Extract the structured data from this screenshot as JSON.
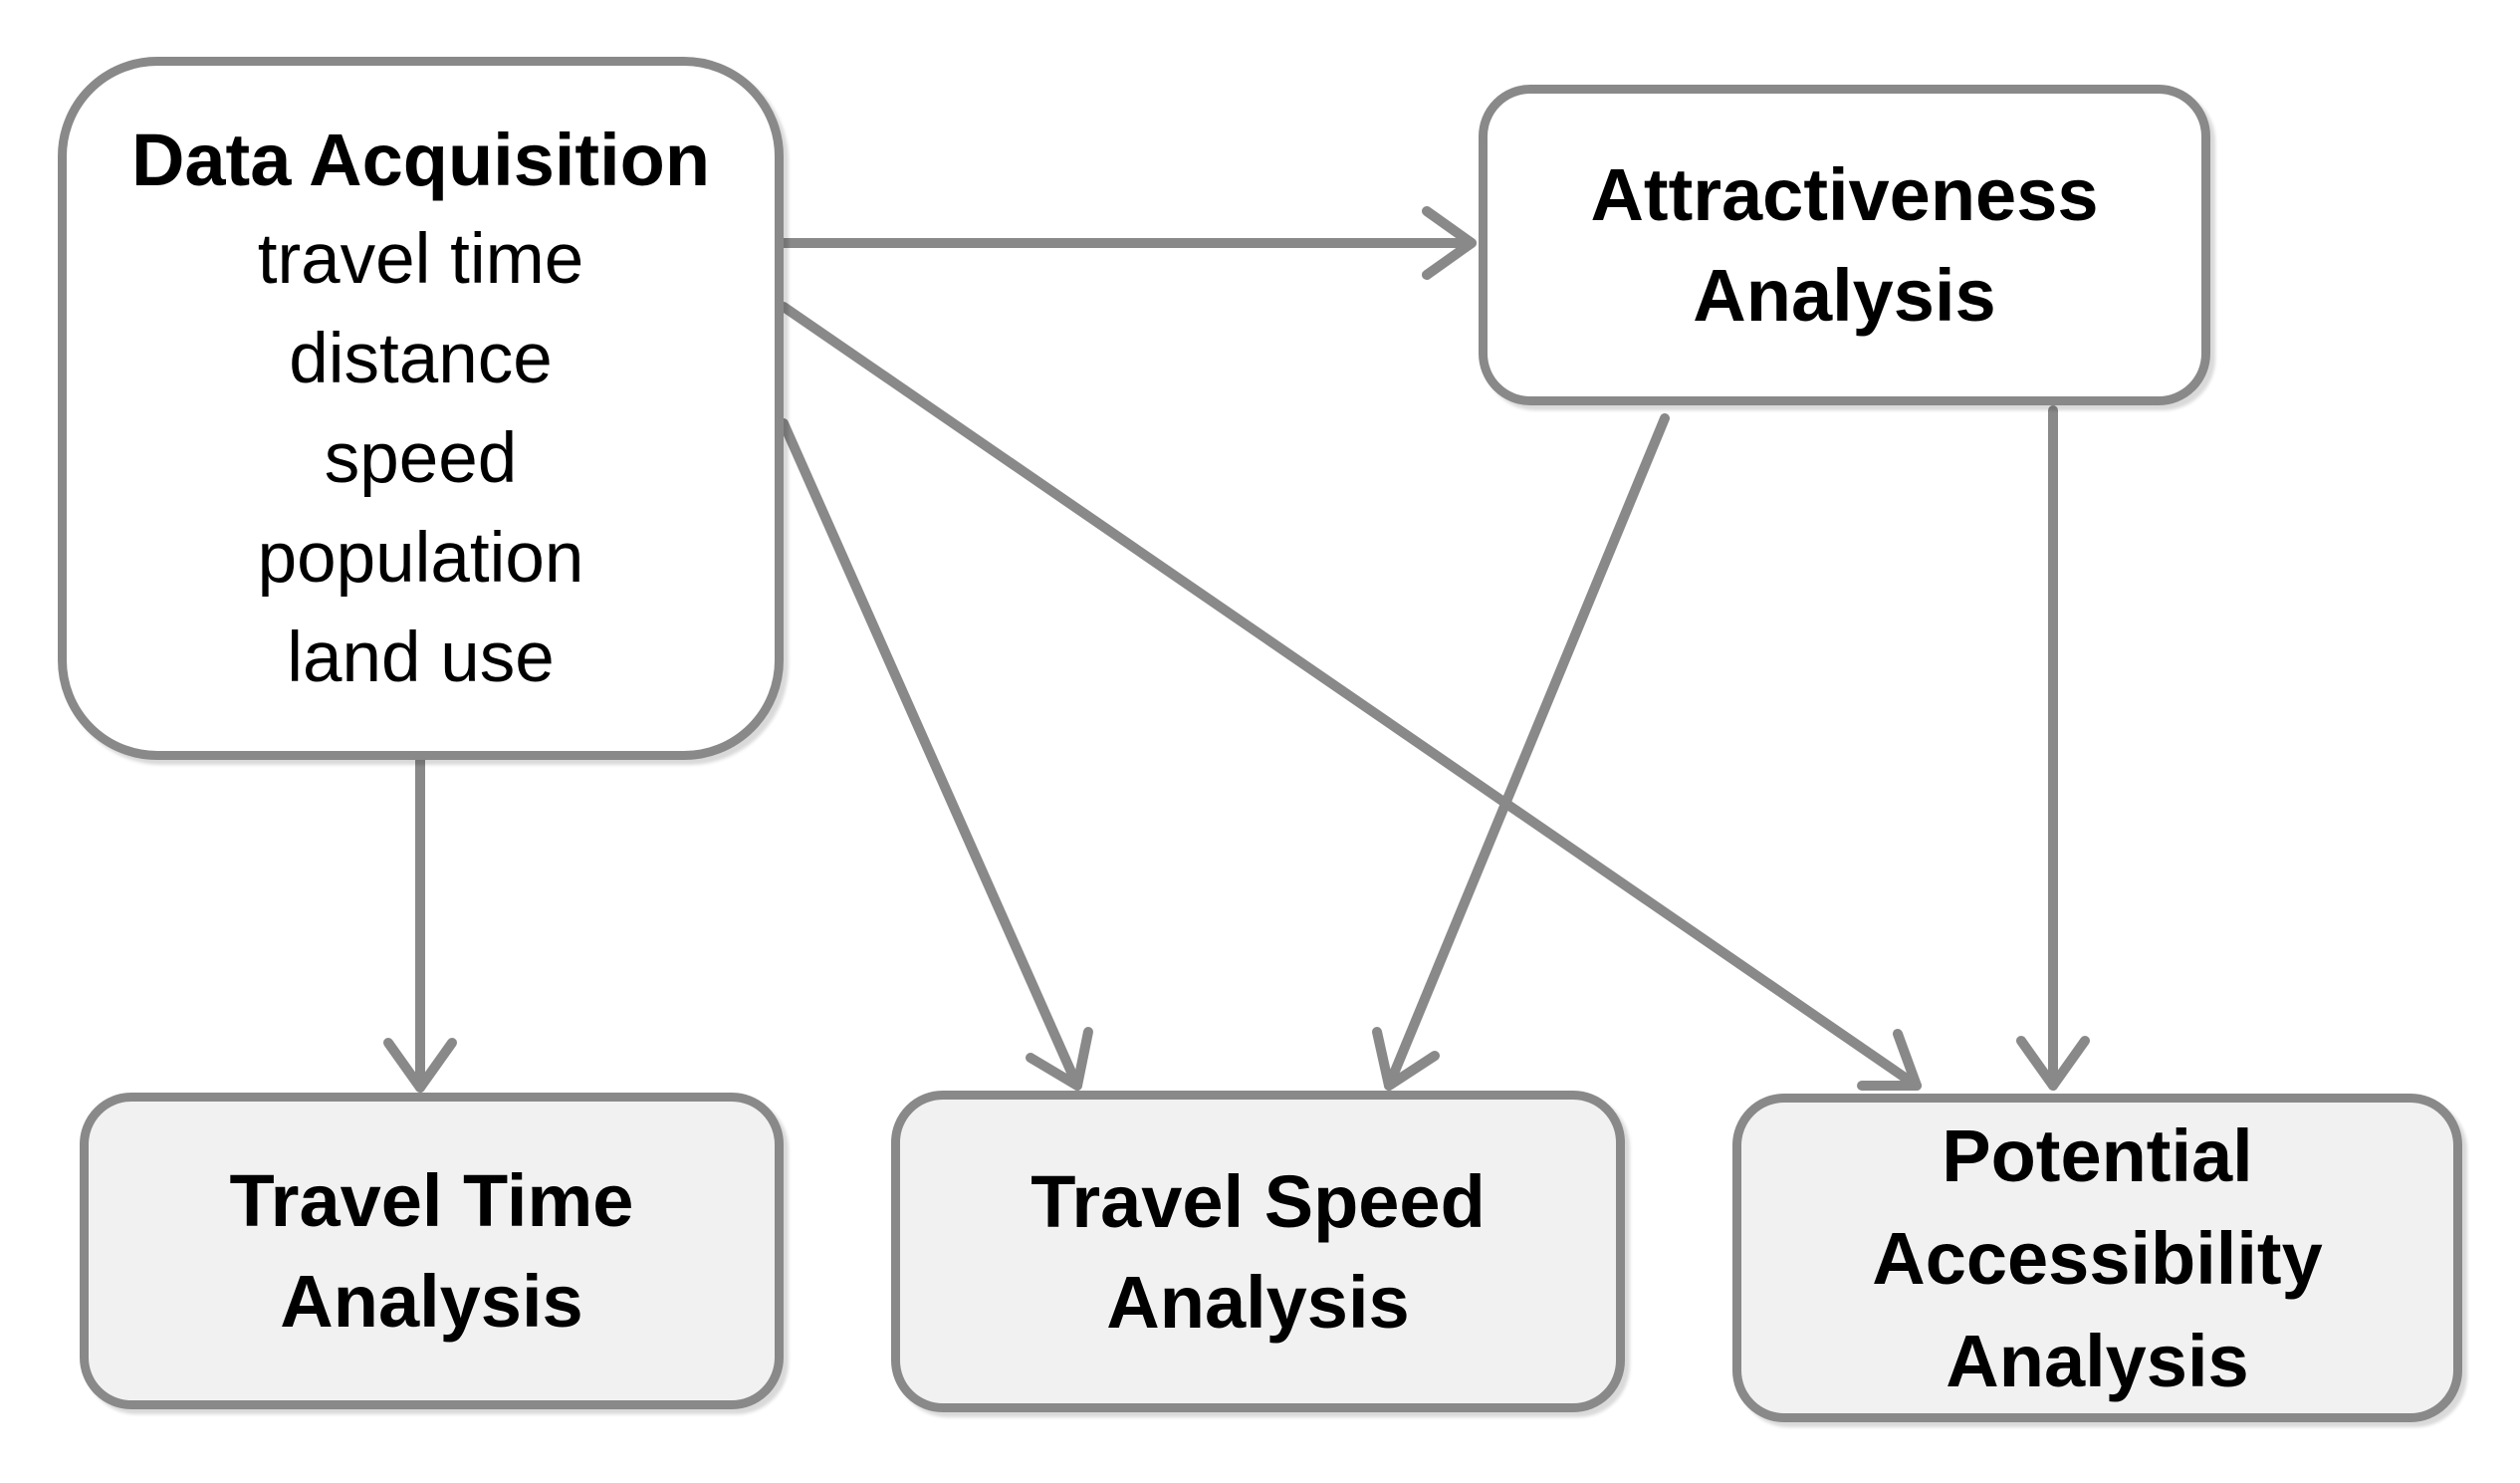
{
  "diagram": {
    "nodes": {
      "data_acquisition": {
        "title": "Data Acquisition",
        "items": [
          "travel time",
          "distance",
          "speed",
          "population",
          "land use"
        ]
      },
      "attractiveness": {
        "lines": [
          "Attractiveness",
          "Analysis"
        ]
      },
      "travel_time": {
        "lines": [
          "Travel Time",
          "Analysis"
        ]
      },
      "travel_speed": {
        "lines": [
          "Travel Speed",
          "Analysis"
        ]
      },
      "potential_accessibility": {
        "lines": [
          "Potential",
          "Accessibility",
          "Analysis"
        ]
      }
    },
    "edges": [
      {
        "from": "data_acquisition",
        "to": "attractiveness"
      },
      {
        "from": "data_acquisition",
        "to": "travel_time"
      },
      {
        "from": "data_acquisition",
        "to": "travel_speed"
      },
      {
        "from": "data_acquisition",
        "to": "potential_accessibility"
      },
      {
        "from": "attractiveness",
        "to": "travel_speed"
      },
      {
        "from": "attractiveness",
        "to": "potential_accessibility"
      }
    ],
    "colors": {
      "line": "#898989",
      "box_fill_light": "#f1f1f1",
      "box_fill_white": "#ffffff",
      "text": "#000000"
    }
  }
}
